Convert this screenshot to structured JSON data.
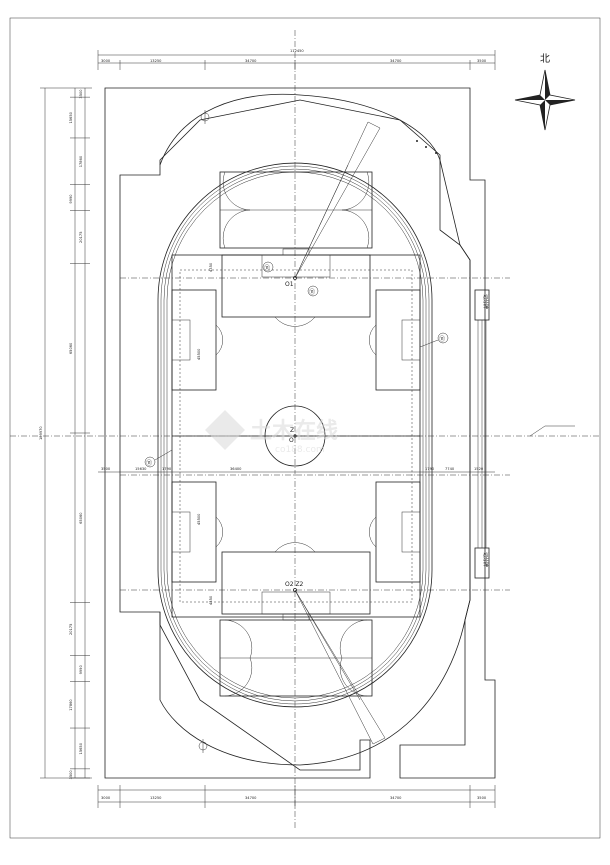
{
  "compass": {
    "label": "北"
  },
  "markers": {
    "o1": "O1",
    "o2_z2": "O2  Z2",
    "z": "Z",
    "o": "O",
    "circled": "⑪"
  },
  "scoreboards": {
    "top": "记分牌",
    "bottom": "记分牌"
  },
  "watermark": {
    "main": "土木在线",
    "sub": "co188.com"
  },
  "dims": {
    "top": [
      "3000",
      "13250",
      "34700",
      "34700",
      "3500"
    ],
    "top_total": "112450",
    "bottom": [
      "3000",
      "13250",
      "34700",
      "34700",
      "3500"
    ],
    "left_outer_total": "189970",
    "left_inner": [
      "3500",
      "15650",
      "17860",
      "9990",
      "20175",
      "65060",
      "65060",
      "20175",
      "9990",
      "17860",
      "15650",
      "3500"
    ],
    "mid_row": [
      "3500",
      "15630",
      "1790",
      "36400",
      "1790",
      "7740",
      "1520"
    ],
    "field_v": [
      "4350",
      "45500",
      "45500",
      "4350"
    ]
  },
  "colors": {
    "line": "#222222",
    "watermark": "#d9d9d9"
  }
}
